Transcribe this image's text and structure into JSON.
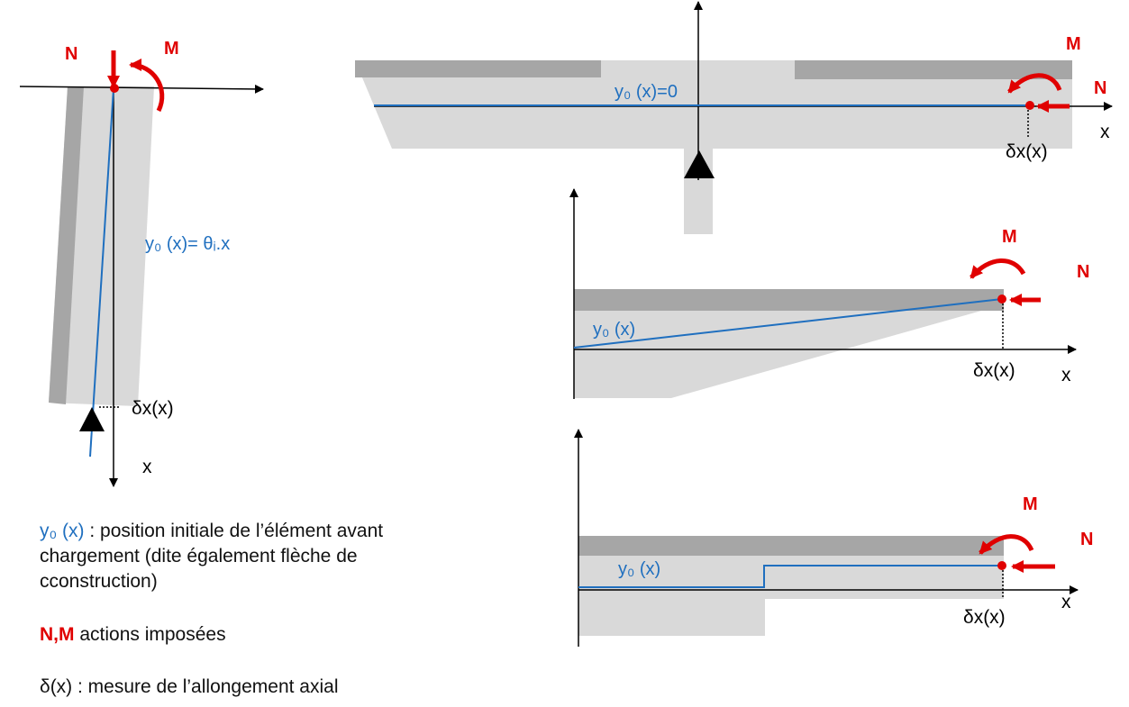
{
  "labels": {
    "N": "N",
    "M": "M",
    "x": "x",
    "delta": "δx(x)",
    "y0_vertical": "y₀ (x)= θᵢ.x",
    "y0_zero": "y₀ (x)=0",
    "y0": "y₀ (x)"
  },
  "legend": {
    "y0_term": "y₀ (x)",
    "y0_text": " : position initiale de l’élément avant chargement (dite également flèche de cconstruction)",
    "nm_term": "N,M",
    "nm_text": " actions imposées",
    "delta_text": "δ(x) : mesure de l’allongement axial"
  },
  "colors": {
    "section_light": "#d9d9d9",
    "section_dark": "#a6a6a6",
    "initial_line": "#1f6fbf",
    "action": "#e00000",
    "axis": "#000000"
  }
}
